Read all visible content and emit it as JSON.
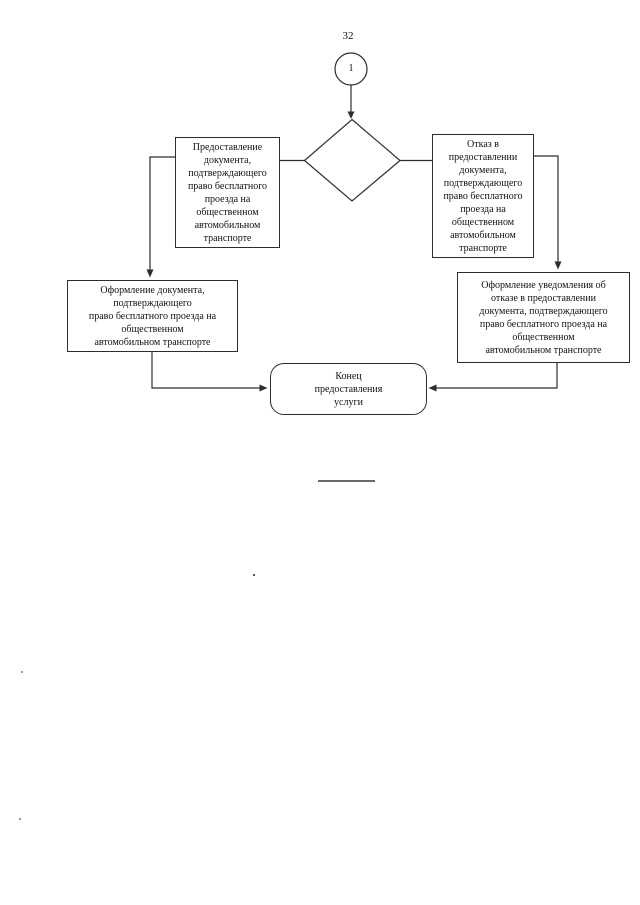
{
  "page": {
    "number": "32"
  },
  "flowchart": {
    "connector_label": "1",
    "nodes": {
      "provide_document": "Предоставление\nдокумента,\nподтверждающего\nправо бесплатного\nпроезда на\nобщественном\nавтомобильном\nтранспорте",
      "refuse_document": "Отказ в\nпредоставлении\nдокумента,\nподтверждающего\nправо бесплатного\nпроезда на\nобщественном\nавтомобильном\nтранспорте",
      "issue_document": "Оформление документа,\nподтверждающего\nправо бесплатного проезда на\nобщественном\nавтомобильном транспорте",
      "issue_refusal_notice": "Оформление уведомления об\nотказе в предоставлении\nдокумента, подтверждающего\nправо бесплатного проезда на\nобщественном\nавтомобильном транспорте",
      "end": "Конец\nпредоставления\nуслуги"
    },
    "line_color": "#2d2d2d"
  }
}
